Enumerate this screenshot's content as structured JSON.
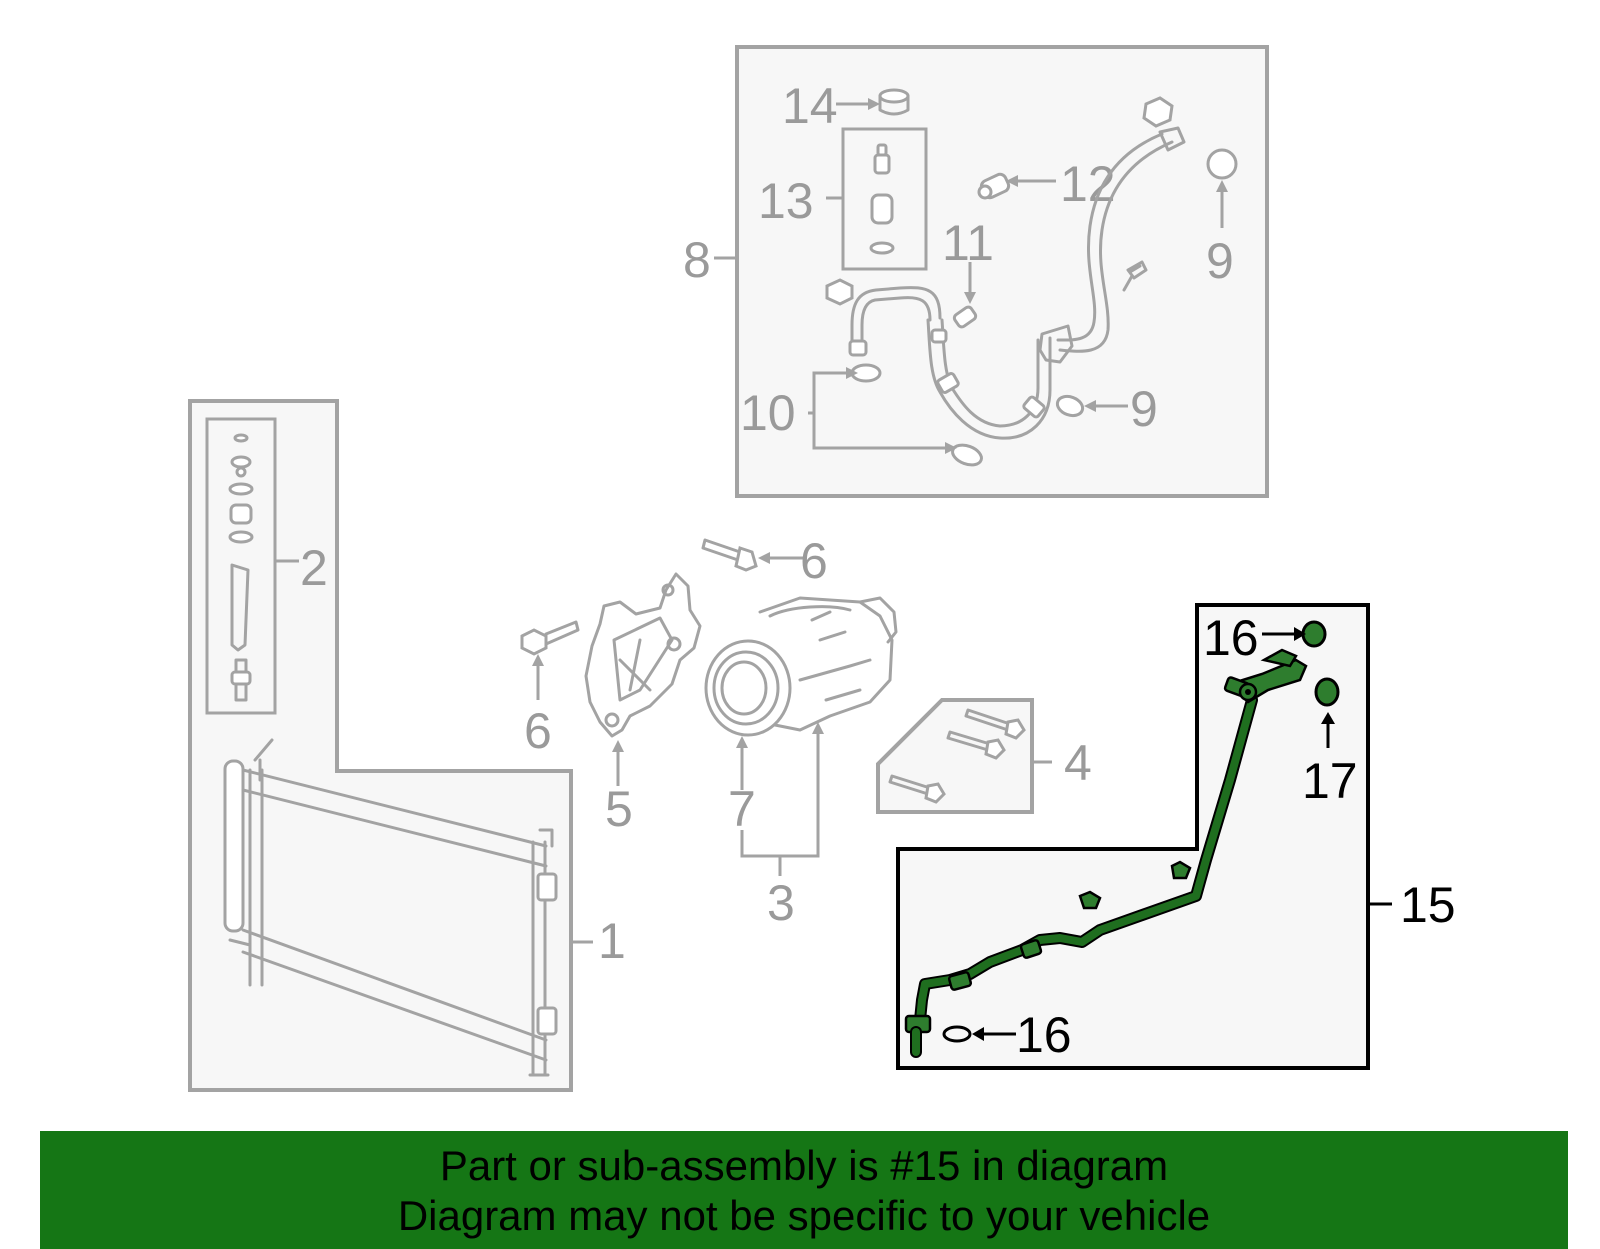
{
  "colors": {
    "highlight": "#1f6e1f",
    "banner_background": "#157615",
    "part_lines": "#a3a3a3",
    "callout_gray": "#9a9a9a",
    "callout_black": "#000000"
  },
  "callouts": {
    "c1": "1",
    "c2": "2",
    "c3": "3",
    "c4": "4",
    "c5": "5",
    "c6a": "6",
    "c6b": "6",
    "c7": "7",
    "c8": "8",
    "c9a": "9",
    "c9b": "9",
    "c10": "10",
    "c11": "11",
    "c12": "12",
    "c13": "13",
    "c14": "14",
    "c15": "15",
    "c16a": "16",
    "c16b": "16",
    "c17": "17"
  },
  "highlighted_part": "15",
  "banner": {
    "line1": "Part or sub-assembly is #15 in diagram",
    "line2": "Diagram may not be specific to your vehicle"
  }
}
